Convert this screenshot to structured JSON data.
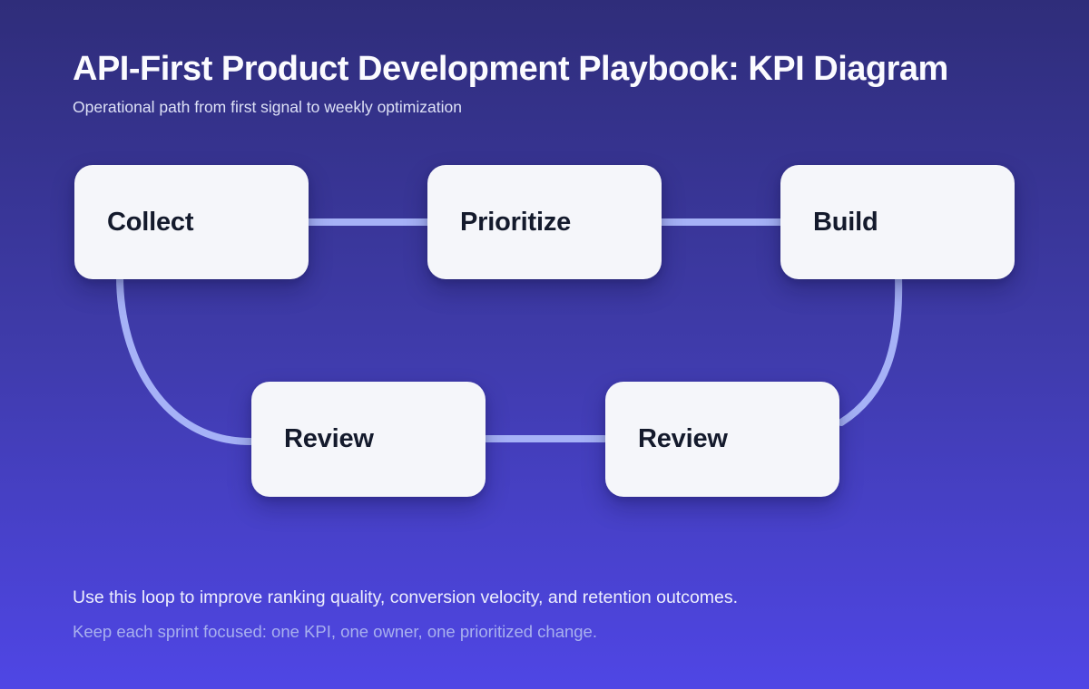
{
  "header": {
    "title": "API-First Product Development Playbook: KPI Diagram",
    "subtitle": "Operational path from first signal to weekly optimization"
  },
  "diagram": {
    "type": "cycle-flowchart",
    "nodes": [
      {
        "id": "collect",
        "label": "Collect",
        "row": "top"
      },
      {
        "id": "prioritize",
        "label": "Prioritize",
        "row": "top"
      },
      {
        "id": "build",
        "label": "Build",
        "row": "top"
      },
      {
        "id": "review-1",
        "label": "Review",
        "row": "bottom"
      },
      {
        "id": "review-2",
        "label": "Review",
        "row": "bottom"
      }
    ],
    "edges": [
      {
        "from": "collect",
        "to": "prioritize",
        "shape": "straight"
      },
      {
        "from": "prioritize",
        "to": "build",
        "shape": "straight"
      },
      {
        "from": "build",
        "to": "review-2",
        "shape": "curve"
      },
      {
        "from": "review-2",
        "to": "review-1",
        "shape": "straight"
      },
      {
        "from": "review-1",
        "to": "collect",
        "shape": "curve"
      }
    ]
  },
  "footer": {
    "line1": "Use this loop to improve ranking quality, conversion velocity, and retention outcomes.",
    "line2": "Keep each sprint focused: one KPI, one owner, one prioritized change."
  },
  "colors": {
    "background_top": "#2f2d7a",
    "background_mid": "#3f3baa",
    "background_bottom": "#4f46e5",
    "node_background": "#f5f6fa",
    "node_text": "#141a2c",
    "connector": "#a6b2f7",
    "title_text": "#fbfbff",
    "subtitle_text": "#dde1f6",
    "footer_primary_text": "#edeffd",
    "footer_secondary_text": "#a8b0ee"
  }
}
